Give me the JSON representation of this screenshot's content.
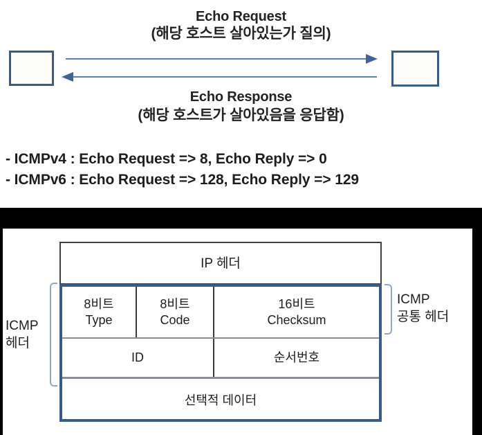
{
  "top": {
    "request": {
      "title": "Echo Request",
      "subtitle": "(해당 호스트 살아있는가 질의)"
    },
    "response": {
      "title": "Echo Response",
      "subtitle": "(해당 호스트가 살아있음을 응답함)"
    },
    "hosts": {
      "left_label": "",
      "right_label": ""
    },
    "notes": [
      "- ICMPv4 : Echo Request => 8, Echo Reply => 0",
      "- ICMPv6 : Echo Request => 128, Echo Reply => 129"
    ],
    "colors": {
      "box_border": "#3a5a88",
      "arrow": "#5b7eb5",
      "arrow_head": "#41639c"
    }
  },
  "bottom": {
    "ip_header": "IP 헤더",
    "common_row": {
      "type": {
        "bits": "8비트",
        "name": "Type"
      },
      "code": {
        "bits": "8비트",
        "name": "Code"
      },
      "checksum": {
        "bits": "16비트",
        "name": "Checksum"
      }
    },
    "id_row": {
      "id": "ID",
      "sequence": "순서번호"
    },
    "data_row": "선택적 데이터",
    "left_bracket_label": {
      "line1": "ICMP",
      "line2": "헤더"
    },
    "right_bracket_label": {
      "line1": "ICMP",
      "line2": "공통 헤더"
    },
    "colors": {
      "block_border": "#3a5a88",
      "cell_border": "#3a3a3a",
      "bracket": "#8fa8c8",
      "frame": "#000000"
    }
  }
}
